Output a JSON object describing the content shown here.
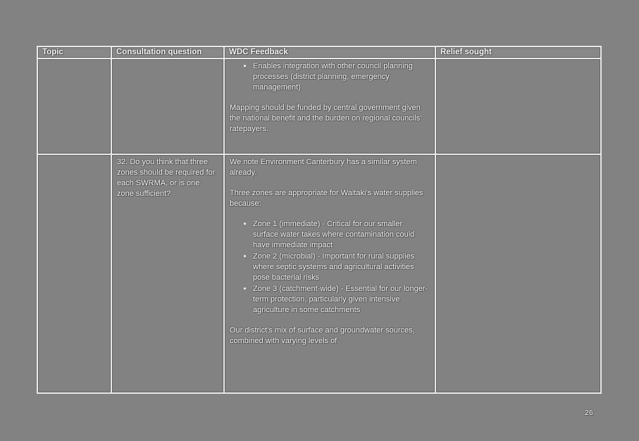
{
  "page": {
    "background": "#828282",
    "text_color": "#f3f3f3",
    "border_color": "#e8e8e8",
    "number": "26"
  },
  "table": {
    "headers": [
      "Topic",
      "Consultation question",
      "WDC Feedback",
      "Relief sought"
    ],
    "rows": [
      {
        "topic": "",
        "question": "",
        "feedback": {
          "bullets": [
            "Enables integration with other council planning processes (district planning, emergency management)"
          ],
          "closing": "Mapping should be funded by central government given the national benefit and the burden on regional councils’ ratepayers."
        },
        "relief": ""
      },
      {
        "topic": "",
        "question": "32. Do you think that three zones should be required for each SWRMA, or is one zone sufficient?",
        "feedback": {
          "intro1": "We note Environment Canterbury has a similar system already.",
          "intro2": "Three zones are appropriate for Waitaki’s water supplies because:",
          "bullets": [
            "Zone 1 (immediate) - Critical for our smaller surface water takes where contamination could have immediate impact",
            "Zone 2 (microbial) - Important for rural supplies where septic systems and agricultural activities pose bacterial risks",
            "Zone 3 (catchment-wide) - Essential for our longer-term protection, particularly given intensive agriculture in some catchments"
          ],
          "closing": "Our district’s mix of surface and groundwater sources, combined with varying levels of"
        },
        "relief": ""
      }
    ]
  }
}
